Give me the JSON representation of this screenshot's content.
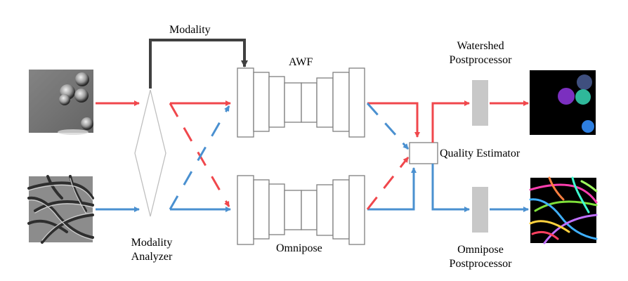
{
  "labels": {
    "modality": "Modality",
    "awf": "AWF",
    "omnipose": "Omnipose",
    "watershed_postprocessor": [
      "Watershed",
      "Postprocessor"
    ],
    "omnipose_postprocessor": [
      "Omnipose",
      "Postprocessor"
    ],
    "quality_estimator": "Quality Estimator",
    "modality_analyzer": [
      "Modality",
      "Analyzer"
    ]
  },
  "colors": {
    "red_path": "#f0474c",
    "blue_path": "#4a90d0",
    "modality_arrow": "#404040",
    "box_stroke": "#7f7f7f",
    "postprocessor_fill": "#c8c8c8"
  },
  "images": {
    "input_top": "grayscale microscopy image of round cells",
    "input_bottom": "grayscale microscopy image of elongated bacteria",
    "output_top": "watershed segmentation mask with colored blobs",
    "output_bottom": "omnipose segmentation mask with colored filaments"
  }
}
